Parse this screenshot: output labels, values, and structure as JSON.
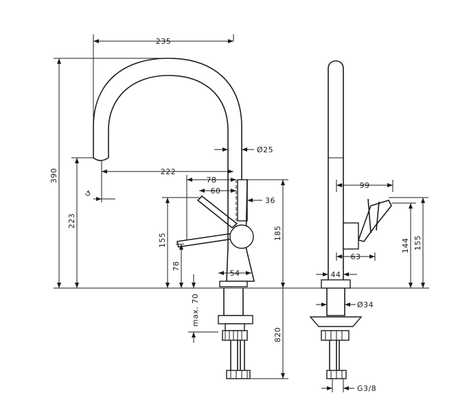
{
  "dimensions": {
    "overall_reach": "235",
    "total_height": "390",
    "spout_reach": "222",
    "spout_diameter": "Ø25",
    "handle_reach": "78",
    "handle_offset": "60",
    "body_offset": "36",
    "spout_outlet_height": "223",
    "handle_height": "155",
    "lever_height": "78",
    "body_width": "54",
    "body_height": "185",
    "max_thickness": "max. 70",
    "shank_length": "820",
    "swivel_angle": "↺",
    "side_handle_reach": "99",
    "side_lever_height": "144",
    "side_total_height": "155",
    "side_body_offset": "63",
    "side_base_width": "44",
    "side_shank_diameter": "Ø34",
    "side_thread": "G3/8"
  }
}
